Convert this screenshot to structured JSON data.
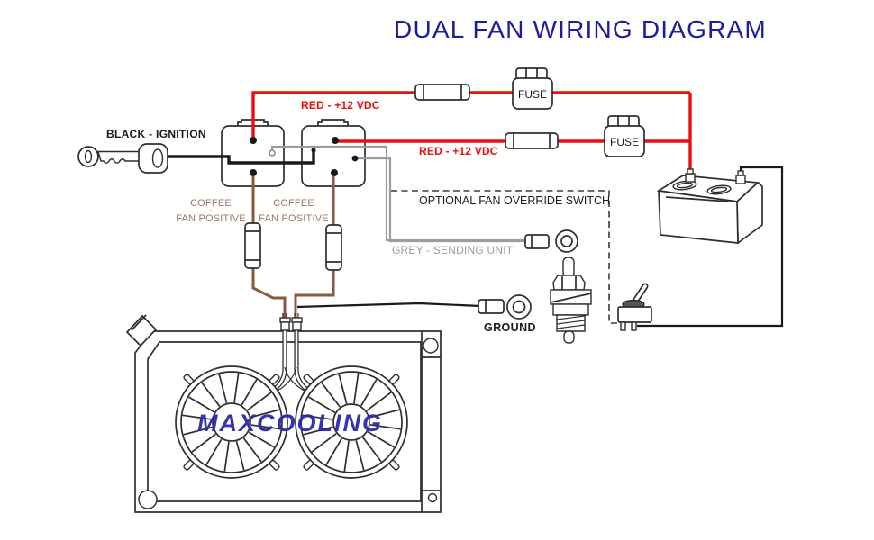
{
  "title": "DUAL FAN WIRING DIAGRAM",
  "labels": {
    "ignition": "BLACK - IGNITION",
    "red_12vdc": "RED - +12 VDC",
    "fuse": "FUSE",
    "coffee_line1": "COFFEE",
    "coffee_dash": "-",
    "coffee_line2": "FAN POSITIVE",
    "override_switch": "OPTIONAL FAN OVERRIDE SWITCH",
    "grey_sending_unit": "GREY - SENDING UNIT",
    "ground": "GROUND",
    "brand": "MAXCOOLING"
  },
  "icons": [
    "ignition-key-icon",
    "relay-icon",
    "fuse-icon",
    "splice-connector-icon",
    "battery-icon",
    "ring-terminal-icon",
    "sending-unit-icon",
    "toggle-switch-icon",
    "radiator-icon",
    "fan-icon"
  ],
  "colors": {
    "title_blue": "#1d1d9c",
    "brand_blue": "#2a2aa8",
    "wire_red": "#e8100c",
    "wire_black": "#1a1a1a",
    "wire_grey": "#9c9c9c",
    "wire_brown": "#8a5a3f",
    "label_coffee": "#9d7767",
    "outline": "#2e2e2e"
  }
}
